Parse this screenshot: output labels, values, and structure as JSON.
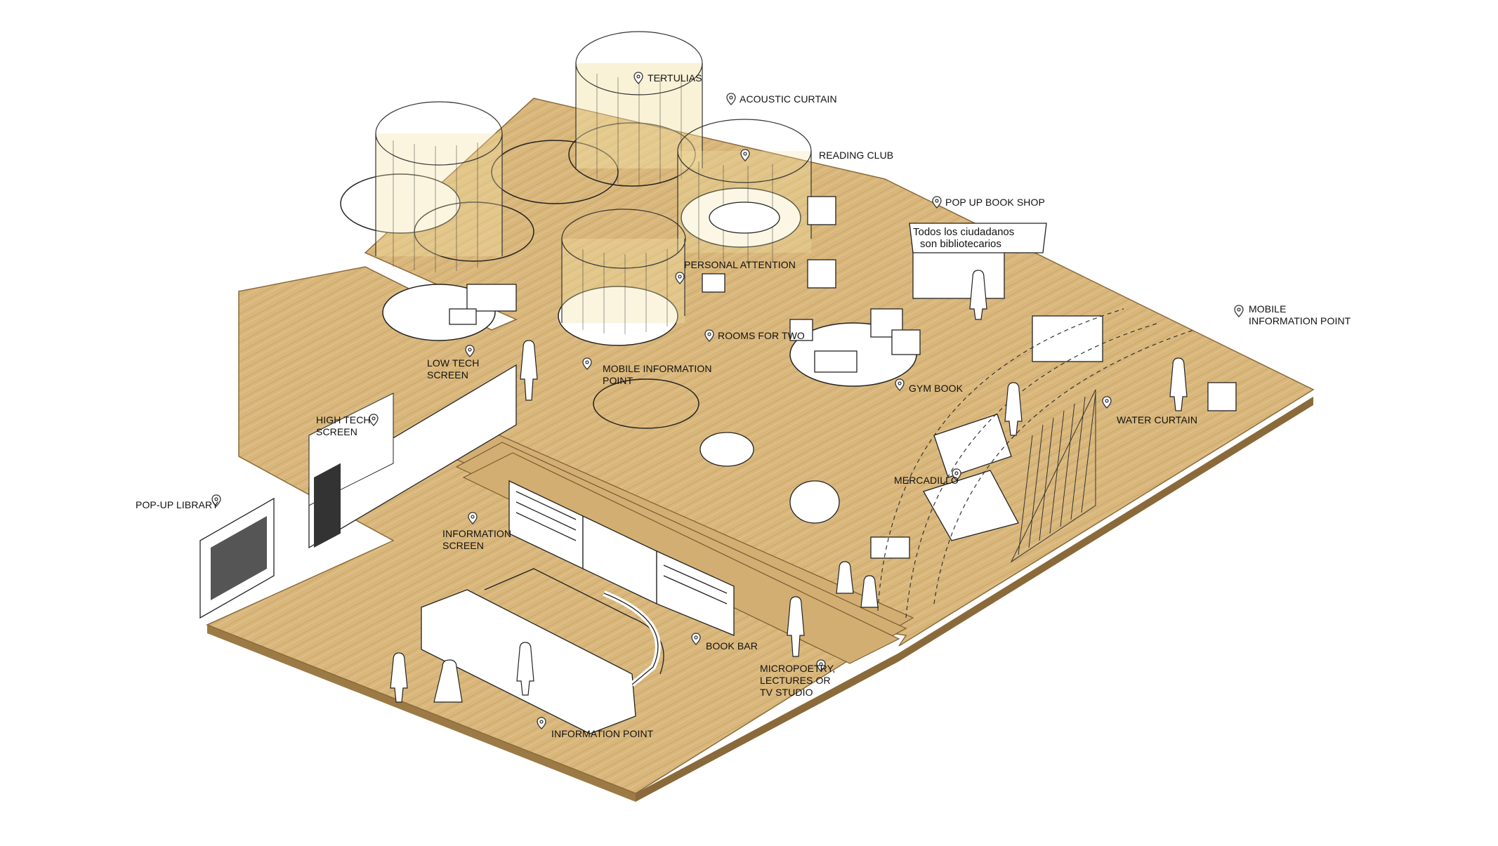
{
  "labels": {
    "tertulias": "TERTULIAS",
    "acoustic_curtain": "ACOUSTIC CURTAIN",
    "reading_club": "READING CLUB",
    "pop_up_book_shop": "POP UP BOOK SHOP",
    "personal_attention": "PERSONAL ATTENTION",
    "mobile_information_point_right": "MOBILE\nINFORMATION POINT",
    "rooms_for_two": "ROOMS FOR TWO",
    "low_tech_screen": "LOW TECH\nSCREEN",
    "mobile_information_point_left": "MOBILE INFORMATION\nPOINT",
    "gym_book": "GYM BOOK",
    "water_curtain": "WATER CURTAIN",
    "high_tech_screen": "HIGH TECH\nSCREEN",
    "mercadillo": "MERCADILLO",
    "pop_up_library": "POP-UP LIBRARY",
    "information_screen": "INFORMATION\nSCREEN",
    "book_bar": "BOOK BAR",
    "micropoetry": "MICROPOETRY,\nLECTURES OR\nTV STUDIO",
    "information_point": "INFORMATION POINT"
  },
  "banner": {
    "line1": "Todos los ciudadanos",
    "line2": "son bibliotecarios"
  },
  "colors": {
    "floor": "#d9b77c",
    "floor_edge": "#9c7a45",
    "line": "#222222",
    "curtain_fill": "#f3e3a6"
  },
  "icons": [
    "location-pin-icon"
  ]
}
